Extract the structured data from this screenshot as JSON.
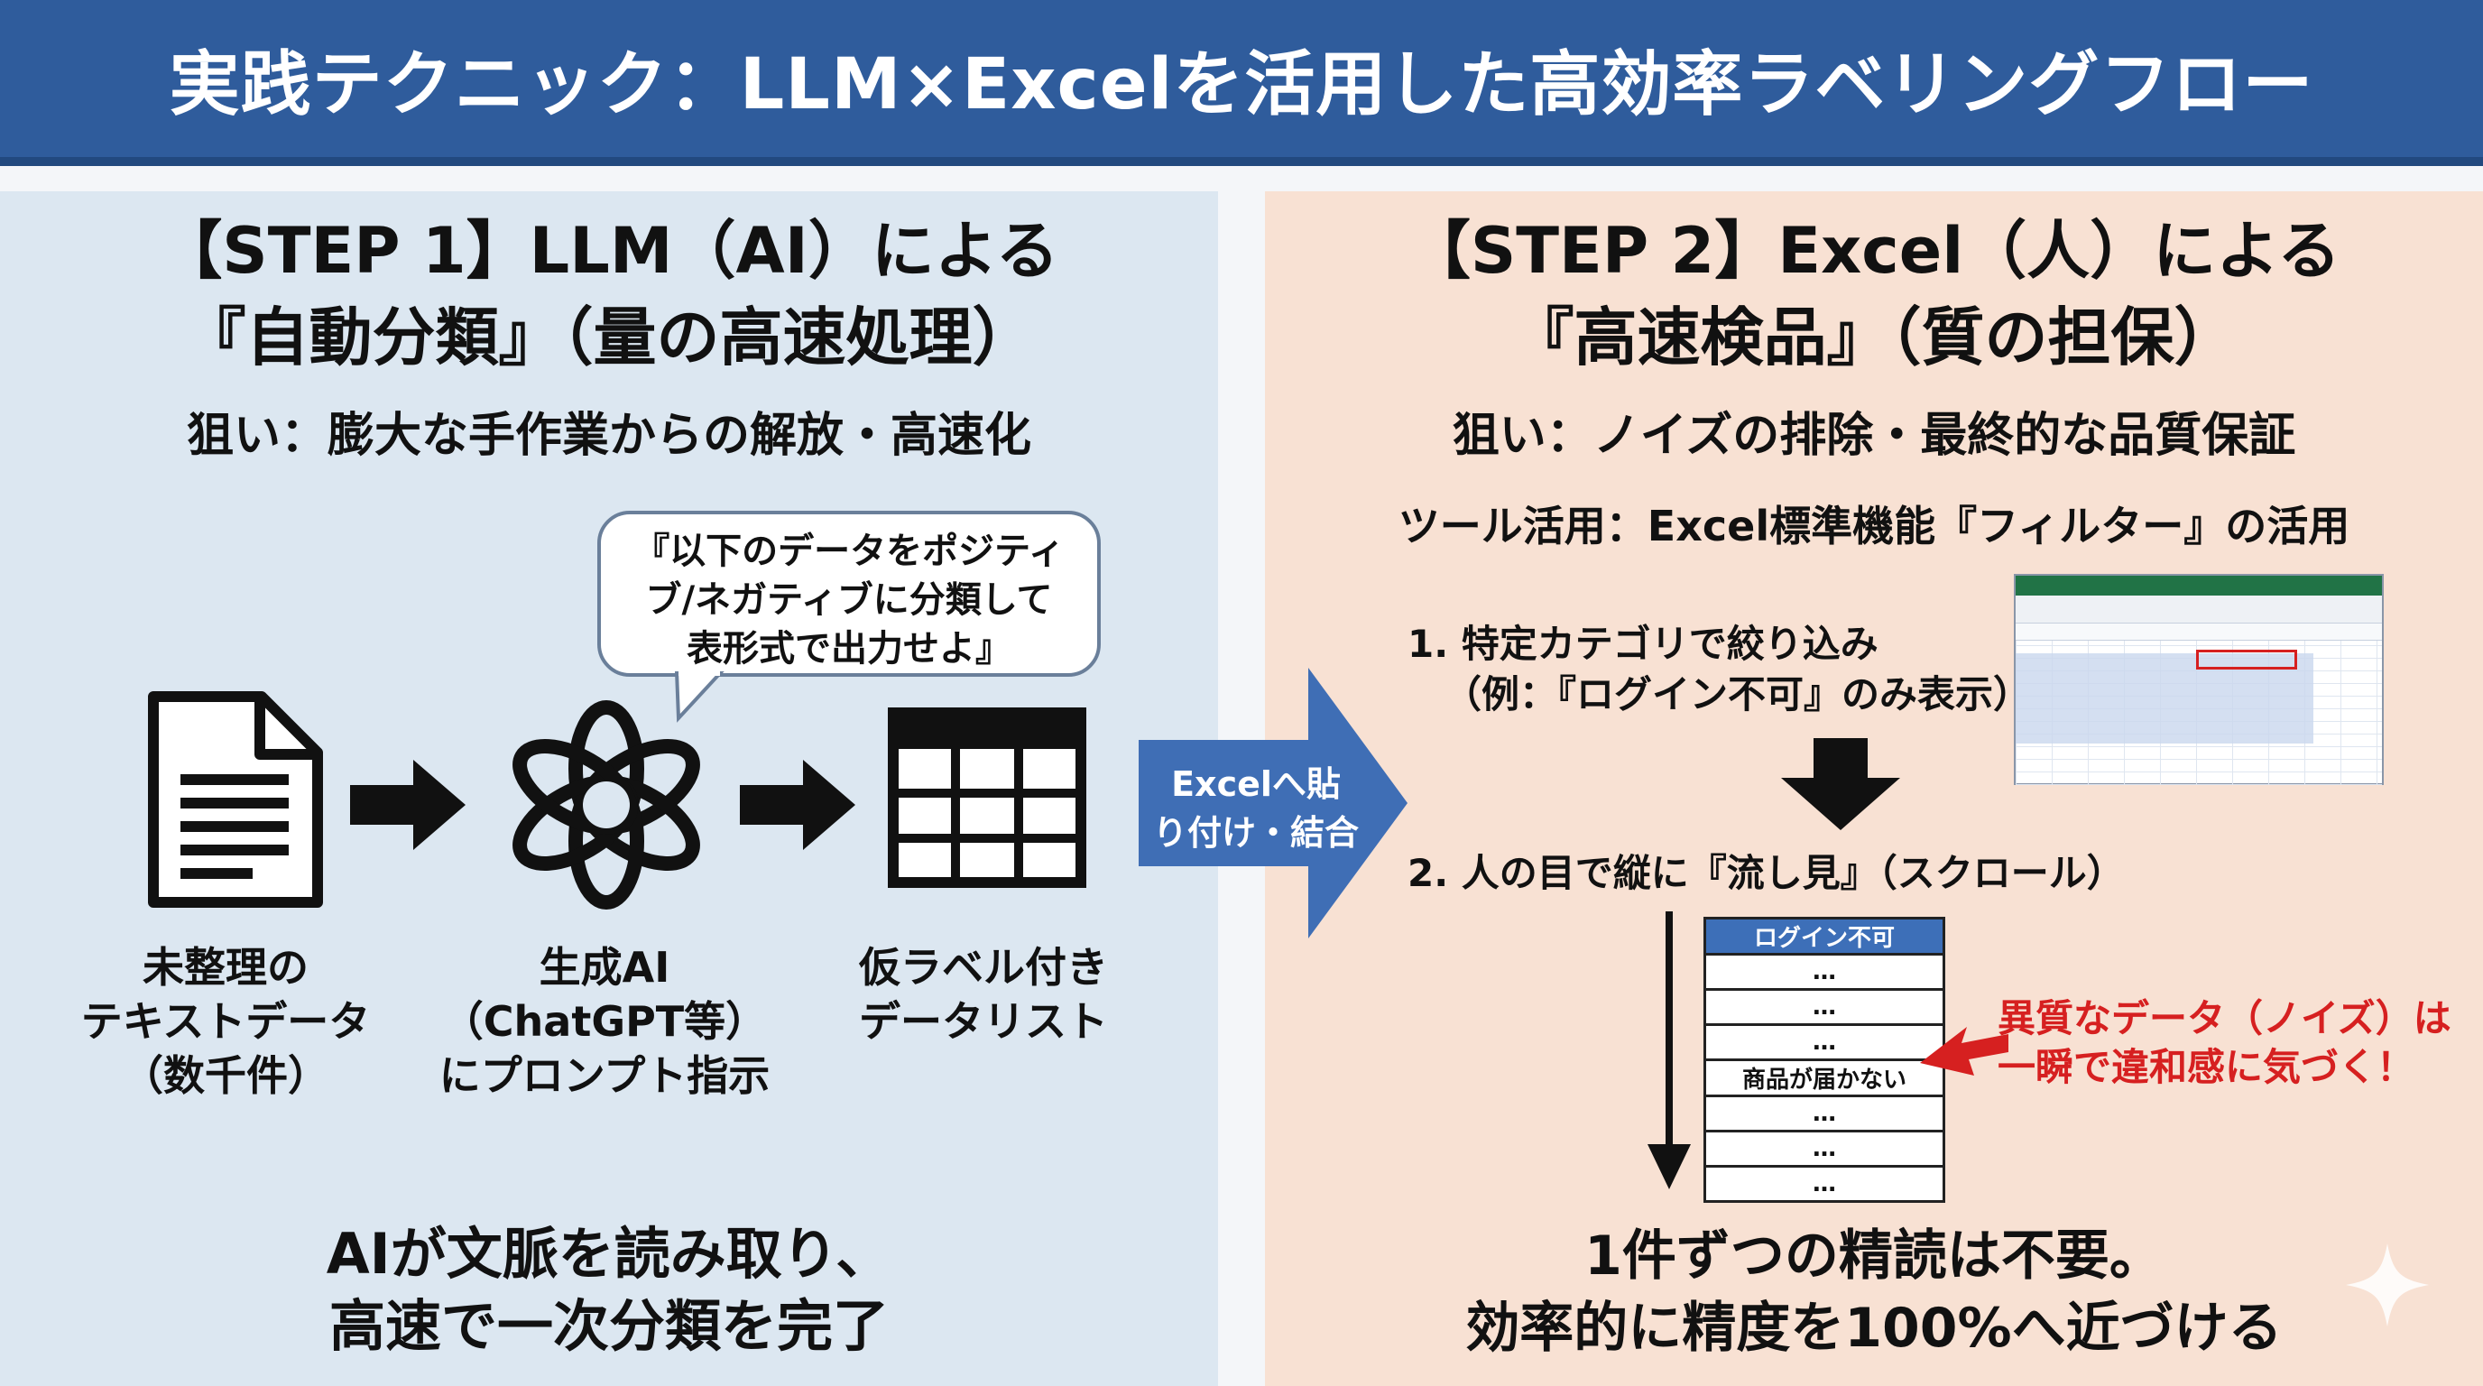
{
  "title": "実践テクニック：LLM×Excelを活用した高効率ラベリングフロー",
  "step1": {
    "heading_line1": "【STEP 1】LLM（AI）による",
    "heading_line2": "『自動分類』（量の高速処理）",
    "aim": "狙い：膨大な手作業からの解放・高速化",
    "prompt_bubble": {
      "line1": "『以下のデータをポジティ",
      "line2": "ブ/ネガティブに分類して",
      "line3": "表形式で出力せよ』"
    },
    "items": [
      {
        "icon": "document-icon",
        "line1": "未整理の",
        "line2": "テキストデータ",
        "line3": "（数千件）"
      },
      {
        "icon": "openai-icon",
        "line1": "生成AI",
        "line2": "（ChatGPT等）",
        "line3": "にプロンプト指示"
      },
      {
        "icon": "table-grid-icon",
        "line1": "仮ラベル付き",
        "line2": "データリスト"
      }
    ],
    "summary_line1": "AIが文脈を読み取り、",
    "summary_line2": "高速で一次分類を完了"
  },
  "transfer_arrow": {
    "line1": "Excelへ貼",
    "line2": "り付け・結合",
    "color": "#3f6eb5"
  },
  "step2": {
    "heading_line1": "【STEP 2】Excel（人）による",
    "heading_line2": "『高速検品』（質の担保）",
    "aim": "狙い：ノイズの排除・最終的な品質保証",
    "tool": "ツール活用：Excel標準機能『フィルター』の活用",
    "substep1_line1": "1. 特定カテゴリで絞り込み",
    "substep1_line2": "（例：『ログイン不可』のみ表示）",
    "substep2": "2. 人の目で縦に『流し見』（スクロール）",
    "list_header": "ログイン不可",
    "list_rows": [
      "…",
      "…",
      "…",
      "商品が届かない",
      "…",
      "…",
      "…"
    ],
    "callout_line1": "異質なデータ（ノイズ）は",
    "callout_line2": "一瞬で違和感に気づく！",
    "callout_color": "#d62020",
    "summary_line1": "1件ずつの精読は不要。",
    "summary_line2": "効率的に精度を100%へ近づける"
  },
  "colors": {
    "title_bar": "#2f5c9c",
    "panel_left": "#dce7f1",
    "panel_right": "#f8e1d3",
    "list_header": "#3d6fb8"
  }
}
